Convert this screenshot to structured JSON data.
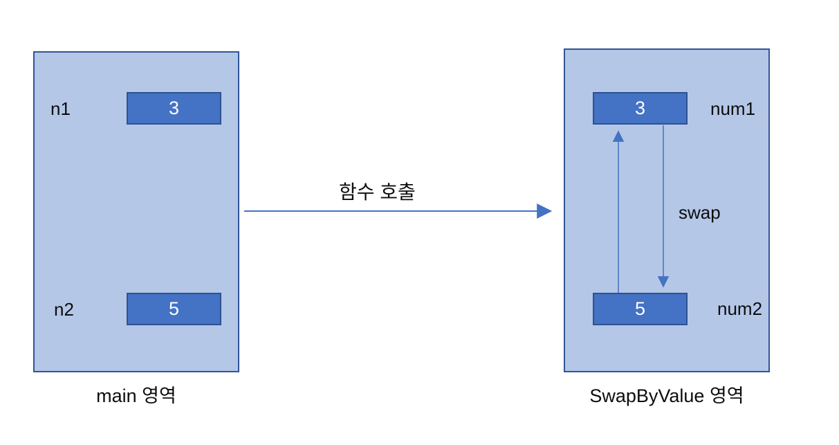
{
  "diagram": {
    "left_region": {
      "caption": "main 영역",
      "variables": [
        {
          "name": "n1",
          "value": "3"
        },
        {
          "name": "n2",
          "value": "5"
        }
      ]
    },
    "right_region": {
      "caption": "SwapByValue 영역",
      "variables": [
        {
          "name": "num1",
          "value": "3"
        },
        {
          "name": "num2",
          "value": "5"
        }
      ]
    },
    "call_arrow_label": "함수 호출",
    "swap_arrow_label": "swap",
    "colors": {
      "region_fill": "#b4c7e7",
      "region_border": "#2f5597",
      "value_fill": "#4472c4",
      "value_border": "#2f528f",
      "arrow": "#4472c4",
      "text": "#0d0d0d"
    }
  }
}
